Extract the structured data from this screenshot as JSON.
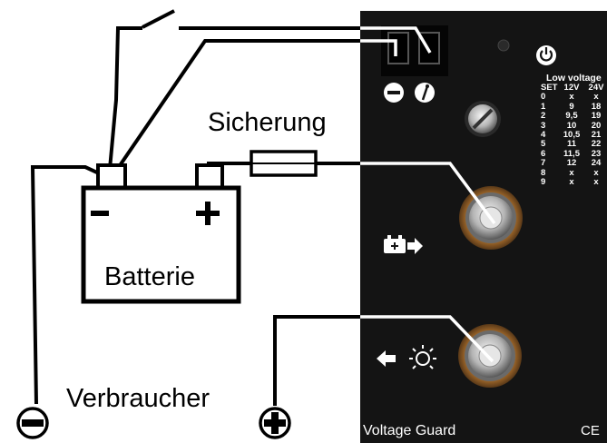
{
  "labels": {
    "fuse": "Sicherung",
    "battery": "Batterie",
    "consumer": "Verbraucher"
  },
  "device": {
    "brand": "Voltage Guard",
    "ce_mark": "CE",
    "table_title": "Low voltage",
    "table_headers": [
      "SET",
      "12V",
      "24V"
    ],
    "table_rows": [
      [
        "0",
        "x",
        "x"
      ],
      [
        "1",
        "9",
        "18"
      ],
      [
        "2",
        "9,5",
        "19"
      ],
      [
        "3",
        "10",
        "20"
      ],
      [
        "4",
        "10,5",
        "21"
      ],
      [
        "5",
        "11",
        "22"
      ],
      [
        "6",
        "11,5",
        "23"
      ],
      [
        "7",
        "12",
        "24"
      ],
      [
        "8",
        "x",
        "x"
      ],
      [
        "9",
        "x",
        "x"
      ]
    ]
  },
  "colors": {
    "device_body": "#141414",
    "wire": "#000000",
    "wire_on_device": "#ffffff",
    "terminal_brass": "#b07a32",
    "terminal_silver": "#c8c8c8"
  }
}
